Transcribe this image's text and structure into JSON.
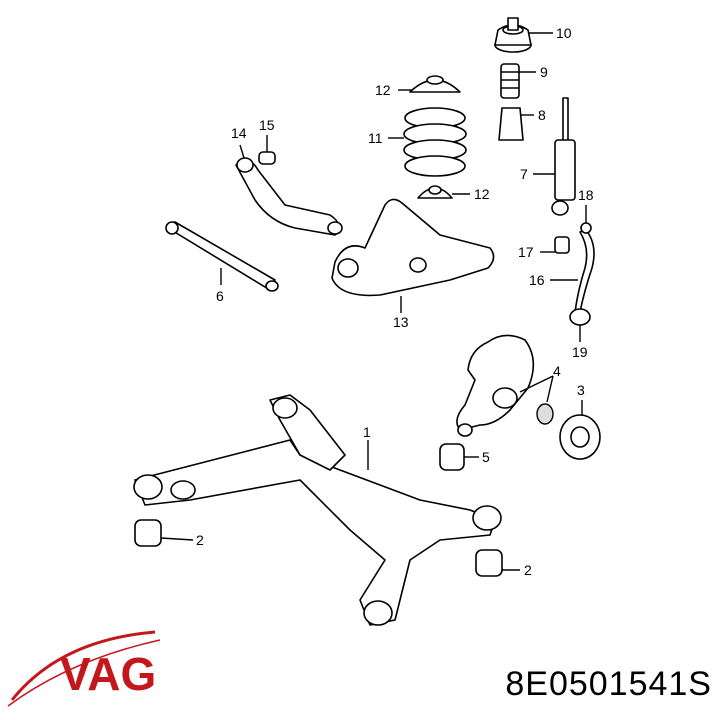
{
  "brand": {
    "name": "VAG",
    "color": "#c4171d"
  },
  "part_number": "8E0501541S",
  "callouts": {
    "c1": "1",
    "c2a": "2",
    "c2b": "2",
    "c3": "3",
    "c4": "4",
    "c5": "5",
    "c6": "6",
    "c7": "7",
    "c8": "8",
    "c9": "9",
    "c10": "10",
    "c11": "11",
    "c12a": "12",
    "c12b": "12",
    "c13": "13",
    "c14": "14",
    "c15": "15",
    "c16": "16",
    "c17": "17",
    "c18": "18",
    "c19": "19"
  }
}
